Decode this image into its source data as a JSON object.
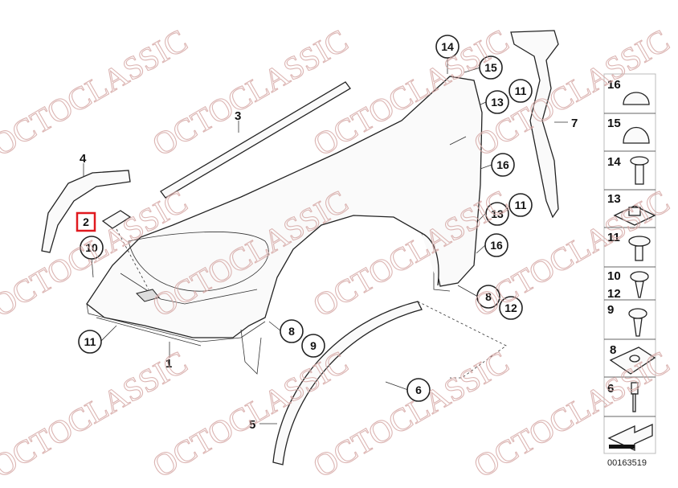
{
  "diagram": {
    "watermark": "OCTOCLASSIC",
    "diagram_code": "00163519",
    "highlighted_callout": "2",
    "highlight_color": "#e0191f",
    "plain_labels": [
      "3",
      "4",
      "7",
      "1",
      "5"
    ],
    "callouts": [
      "14",
      "15",
      "13",
      "11",
      "16",
      "13",
      "11",
      "16",
      "10",
      "8",
      "12",
      "8",
      "9",
      "11",
      "6"
    ],
    "parts_legend": [
      "16",
      "15",
      "14",
      "13",
      "11",
      "10",
      "12",
      "9",
      "8",
      "6"
    ]
  }
}
